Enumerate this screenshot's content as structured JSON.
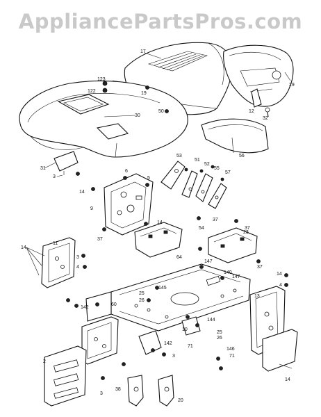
{
  "watermark": "AppliancePartsPros.com",
  "callouts": [
    {
      "id": "c-17",
      "text": "17"
    },
    {
      "id": "c-29",
      "text": "29"
    },
    {
      "id": "c-123",
      "text": "123"
    },
    {
      "id": "c-122",
      "text": "122"
    },
    {
      "id": "c-19",
      "text": "19"
    },
    {
      "id": "c-50",
      "text": "50"
    },
    {
      "id": "c-30",
      "text": "30"
    },
    {
      "id": "c-12",
      "text": "12"
    },
    {
      "id": "c-32",
      "text": "32"
    },
    {
      "id": "c-31",
      "text": "31"
    },
    {
      "id": "c-3a",
      "text": "3"
    },
    {
      "id": "c-56",
      "text": "56"
    },
    {
      "id": "c-53",
      "text": "53"
    },
    {
      "id": "c-51",
      "text": "51"
    },
    {
      "id": "c-52",
      "text": "52"
    },
    {
      "id": "c-55",
      "text": "55"
    },
    {
      "id": "c-57",
      "text": "57"
    },
    {
      "id": "c-14a",
      "text": "14"
    },
    {
      "id": "c-6",
      "text": "6"
    },
    {
      "id": "c-5",
      "text": "5"
    },
    {
      "id": "c-9",
      "text": "9"
    },
    {
      "id": "c-54",
      "text": "54"
    },
    {
      "id": "c-37a",
      "text": "37"
    },
    {
      "id": "c-14b",
      "text": "14"
    },
    {
      "id": "c-37b",
      "text": "37"
    },
    {
      "id": "c-37c",
      "text": "37"
    },
    {
      "id": "c-23",
      "text": "23"
    },
    {
      "id": "c-37d",
      "text": "37"
    },
    {
      "id": "c-64",
      "text": "64"
    },
    {
      "id": "c-11",
      "text": "11"
    },
    {
      "id": "c-14c",
      "text": "14"
    },
    {
      "id": "c-3b",
      "text": "3"
    },
    {
      "id": "c-4a",
      "text": "4"
    },
    {
      "id": "c-147a",
      "text": "147"
    },
    {
      "id": "c-147b",
      "text": "147"
    },
    {
      "id": "c-140",
      "text": "140"
    },
    {
      "id": "c-14d",
      "text": "14"
    },
    {
      "id": "c-4b",
      "text": "4"
    },
    {
      "id": "c-145",
      "text": "145"
    },
    {
      "id": "c-25",
      "text": "25"
    },
    {
      "id": "c-26",
      "text": "26"
    },
    {
      "id": "c-13",
      "text": "13"
    },
    {
      "id": "c-142a",
      "text": "142"
    },
    {
      "id": "c-60",
      "text": "60"
    },
    {
      "id": "c-144",
      "text": "144"
    },
    {
      "id": "c-25b",
      "text": "25"
    },
    {
      "id": "c-26b",
      "text": "26"
    },
    {
      "id": "c-10",
      "text": "10"
    },
    {
      "id": "c-71a",
      "text": "71"
    },
    {
      "id": "c-146",
      "text": "146"
    },
    {
      "id": "c-71b",
      "text": "71"
    },
    {
      "id": "c-142b",
      "text": "142"
    },
    {
      "id": "c-3c",
      "text": "3"
    },
    {
      "id": "c-14e",
      "text": "14"
    },
    {
      "id": "c-2",
      "text": "2"
    },
    {
      "id": "c-3d",
      "text": "3"
    },
    {
      "id": "c-38",
      "text": "38"
    },
    {
      "id": "c-20",
      "text": "20"
    }
  ]
}
